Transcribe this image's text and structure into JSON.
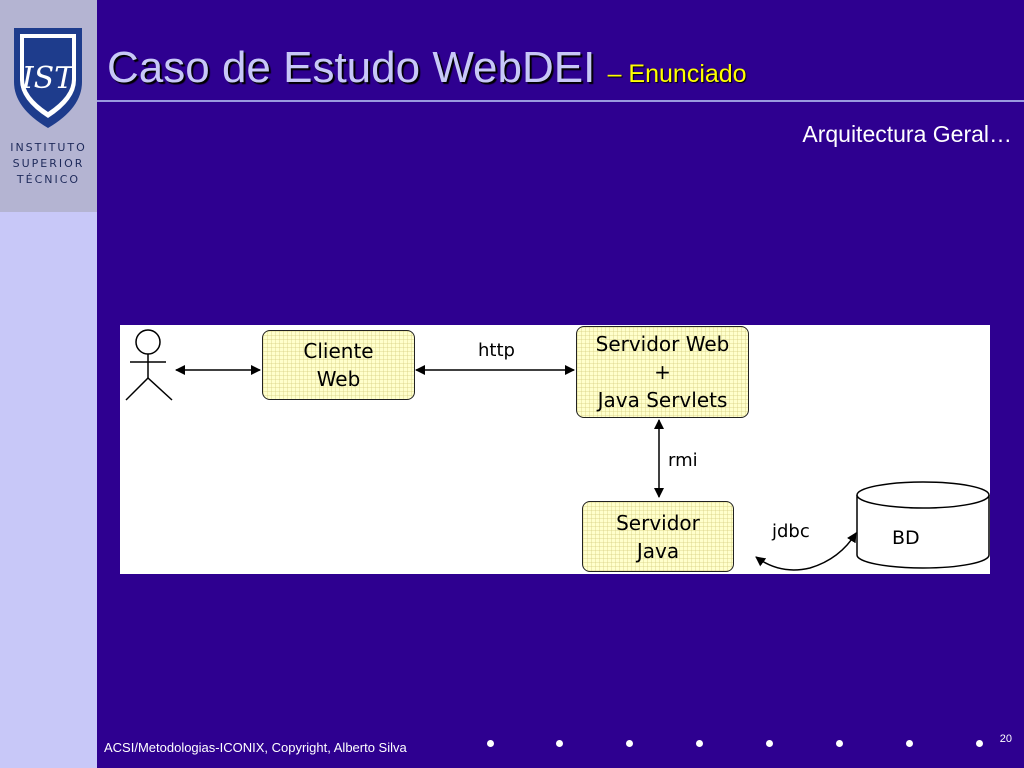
{
  "logo": {
    "monogram": "IST",
    "lines": [
      "INSTITUTO",
      "SUPERIOR",
      "TÉCNICO"
    ]
  },
  "slide": {
    "title": "Caso de Estudo WebDEI",
    "title_suffix": "– Enunciado",
    "subtitle": "Arquitectura Geral…",
    "footer": "ACSI/Metodologias-ICONIX, Copyright, Alberto Silva",
    "page_number": "20"
  },
  "diagram": {
    "nodes": {
      "cliente": "Cliente\nWeb",
      "servidor_web": "Servidor Web\n+\nJava Servlets",
      "servidor_java": "Servidor\nJava",
      "bd": "BD"
    },
    "edges": {
      "http": "http",
      "rmi": "rmi",
      "jdbc": "jdbc"
    }
  },
  "colors": {
    "background": "#2e0090",
    "sidebar": "#c8c8f8",
    "title": "#c8c8f8",
    "accent": "#ffff00",
    "node_fill": "#ffffcc"
  }
}
